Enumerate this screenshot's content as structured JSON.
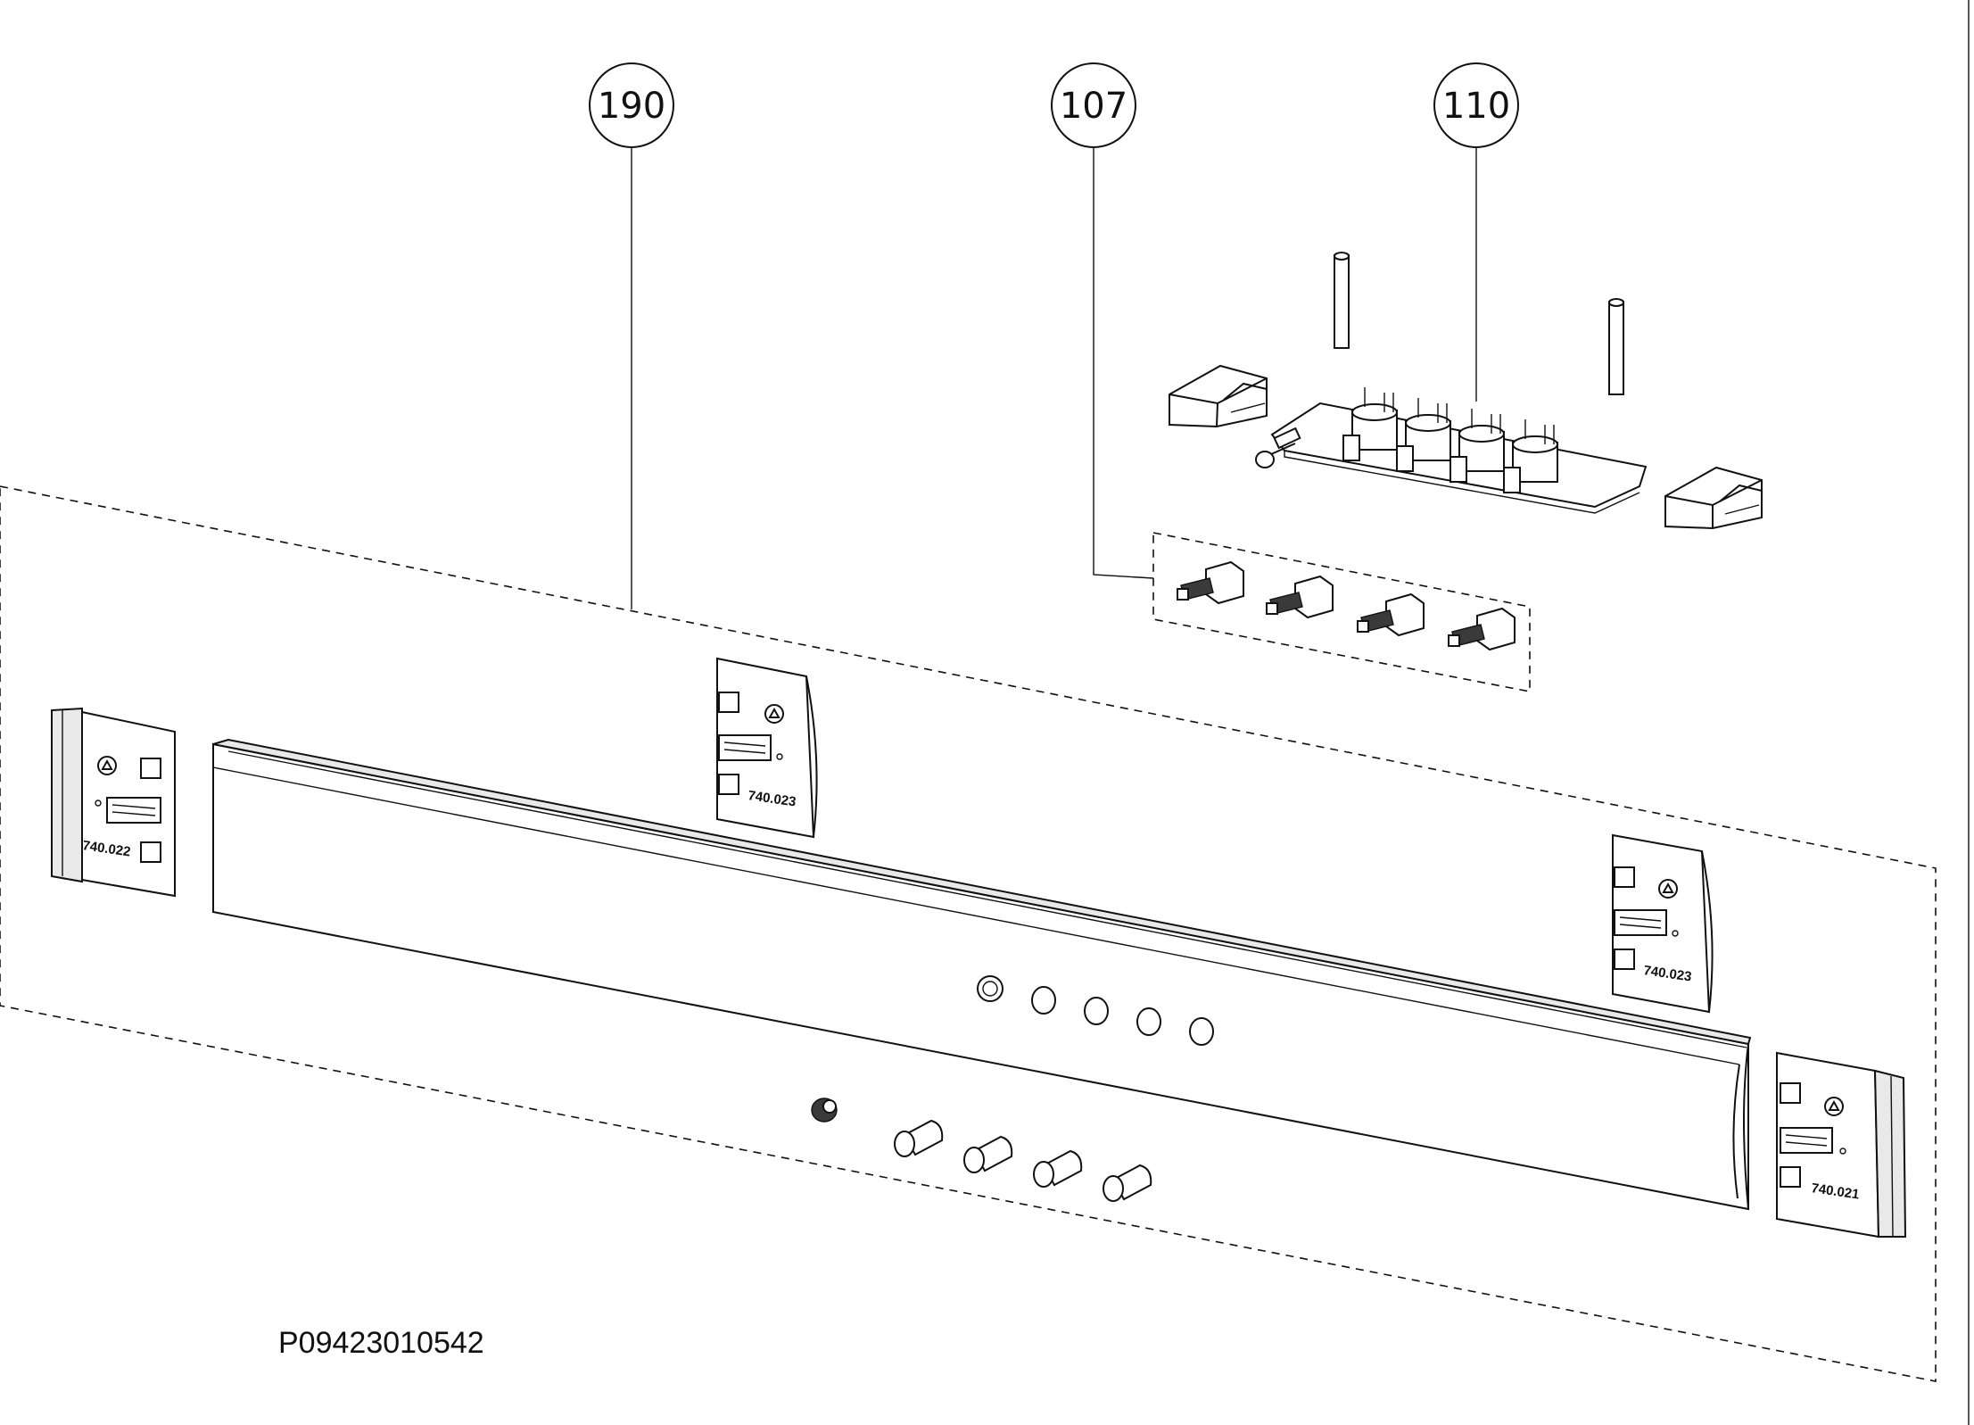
{
  "callouts": [
    {
      "label": "190"
    },
    {
      "label": "107"
    },
    {
      "label": "110"
    }
  ],
  "end_cap_labels": {
    "left_cap": "740.022",
    "middle_left_cap": "740.023",
    "middle_right_cap": "740.023",
    "right_cap": "740.021"
  },
  "drawing_code": "P09423010542"
}
